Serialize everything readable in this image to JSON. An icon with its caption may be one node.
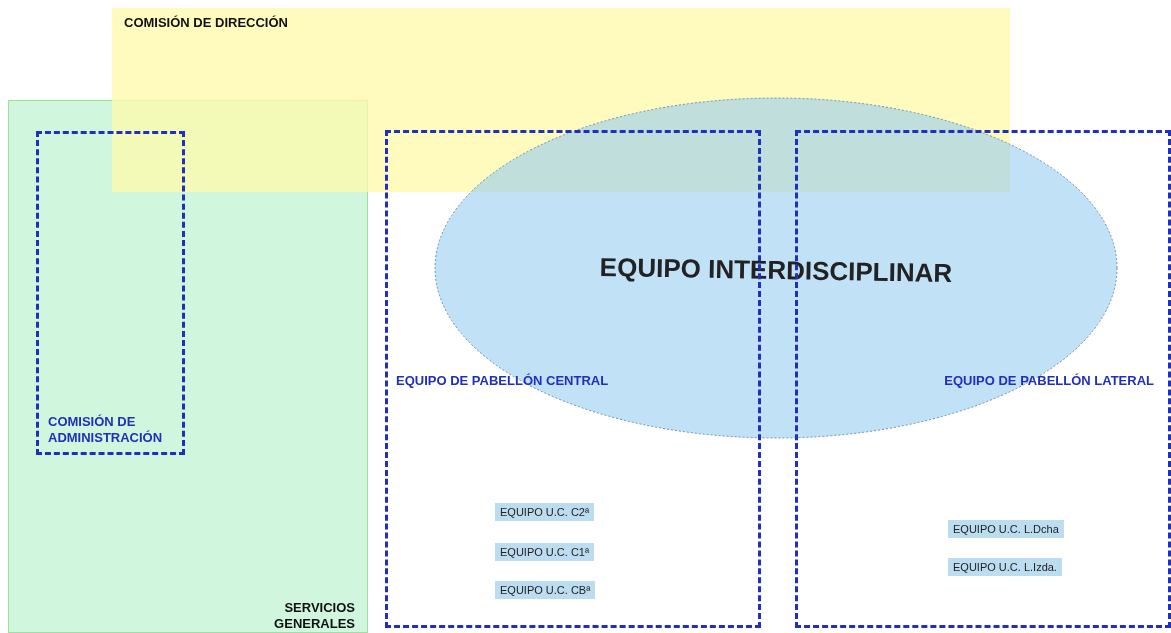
{
  "diagram": {
    "nodes": [
      {
        "text": [
          "COMISIÓN  DE DIRECCIÓN"
        ]
      },
      {
        "text": [
          "SERVICIOS GENERALES"
        ]
      },
      {
        "text": [
          "COMISIÓN DE ADMINISTRACIÓN"
        ],
        "in": 1
      },
      {
        "text": [
          "EQUIPO INTERDISCIPLINAR"
        ]
      },
      {
        "text": [
          "EQUIPO DE PABELLÓN  CENTRAL"
        ]
      },
      {
        "text": [
          "EQUIPO U.C. C2ª"
        ],
        "in": 4
      },
      {
        "text": [
          "EQUIPO U.C. C1ª"
        ],
        "in": 4
      },
      {
        "text": [
          "EQUIPO U.C. CBª"
        ],
        "in": 4
      },
      {
        "text": [
          "EQUIPO DE PABELLÓN LATERAL"
        ]
      },
      {
        "text": [
          "EQUIPO U.C. L.Dcha"
        ],
        "in": 8
      },
      {
        "text": [
          "EQUIPO U.C. L.Izda."
        ],
        "in": 8
      }
    ],
    "edges": []
  }
}
